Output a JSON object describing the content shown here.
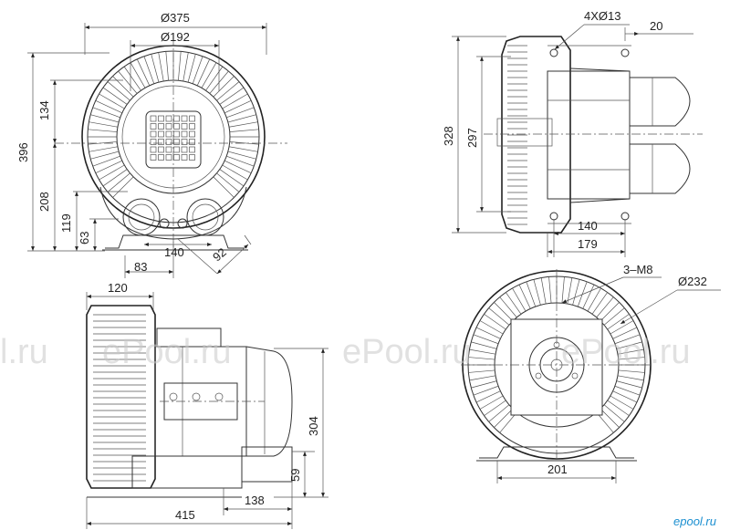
{
  "labels": {
    "d375": "Ø375",
    "d192": "Ø192",
    "h396": "396",
    "h134": "134",
    "h208": "208",
    "h119": "119",
    "h63": "63",
    "w140a": "140",
    "w83": "83",
    "w92": "92",
    "holes": "4XØ13",
    "w20": "20",
    "h328": "328",
    "h297": "297",
    "w140b": "140",
    "w179": "179",
    "w120": "120",
    "h304": "304",
    "h59": "59",
    "w138": "138",
    "w415": "415",
    "m8": "3–M8",
    "d232": "Ø232",
    "w201": "201"
  },
  "watermarks": [
    "l.ru",
    "ePool.ru",
    "ePool.ru",
    "ePool.ru"
  ],
  "logo": "epool.ru"
}
